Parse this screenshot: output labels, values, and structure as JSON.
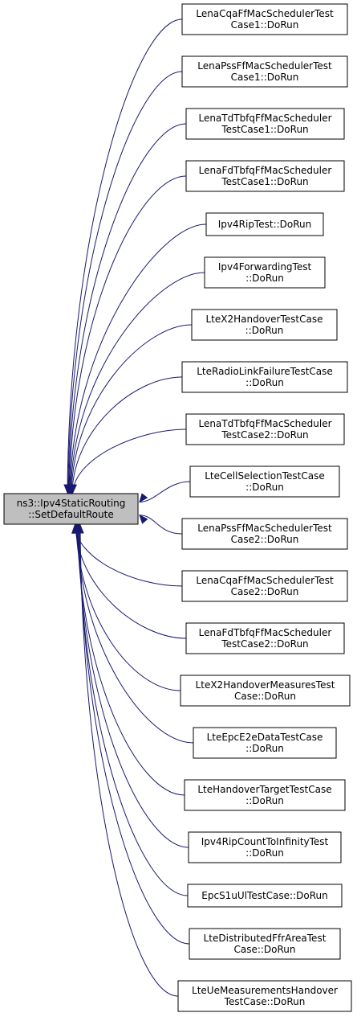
{
  "root": {
    "line1": "ns3::Ipv4StaticRouting",
    "line2": "::SetDefaultRoute"
  },
  "callers": [
    {
      "lines": [
        "LenaCqaFfMacSchedulerTest",
        "Case1::DoRun"
      ]
    },
    {
      "lines": [
        "LenaPssFfMacSchedulerTest",
        "Case1::DoRun"
      ]
    },
    {
      "lines": [
        "LenaTdTbfqFfMacScheduler",
        "TestCase1::DoRun"
      ]
    },
    {
      "lines": [
        "LenaFdTbfqFfMacScheduler",
        "TestCase1::DoRun"
      ]
    },
    {
      "lines": [
        "Ipv4RipTest::DoRun"
      ]
    },
    {
      "lines": [
        "Ipv4ForwardingTest",
        "::DoRun"
      ]
    },
    {
      "lines": [
        "LteX2HandoverTestCase",
        "::DoRun"
      ]
    },
    {
      "lines": [
        "LteRadioLinkFailureTestCase",
        "::DoRun"
      ]
    },
    {
      "lines": [
        "LenaTdTbfqFfMacScheduler",
        "TestCase2::DoRun"
      ]
    },
    {
      "lines": [
        "LteCellSelectionTestCase",
        "::DoRun"
      ]
    },
    {
      "lines": [
        "LenaPssFfMacSchedulerTest",
        "Case2::DoRun"
      ]
    },
    {
      "lines": [
        "LenaCqaFfMacSchedulerTest",
        "Case2::DoRun"
      ]
    },
    {
      "lines": [
        "LenaFdTbfqFfMacScheduler",
        "TestCase2::DoRun"
      ]
    },
    {
      "lines": [
        "LteX2HandoverMeasuresTest",
        "Case::DoRun"
      ]
    },
    {
      "lines": [
        "LteEpcE2eDataTestCase",
        "::DoRun"
      ]
    },
    {
      "lines": [
        "LteHandoverTargetTestCase",
        "::DoRun"
      ]
    },
    {
      "lines": [
        "Ipv4RipCountToInfinityTest",
        "::DoRun"
      ]
    },
    {
      "lines": [
        "EpcS1uUlTestCase::DoRun"
      ]
    },
    {
      "lines": [
        "LteDistributedFfrAreaTest",
        "Case::DoRun"
      ]
    },
    {
      "lines": [
        "LteUeMeasurementsHandover",
        "TestCase::DoRun"
      ]
    }
  ],
  "colors": {
    "edge": "#191970",
    "root_fill": "#bfbfbf",
    "node_fill": "#ffffff",
    "border": "#000000"
  }
}
